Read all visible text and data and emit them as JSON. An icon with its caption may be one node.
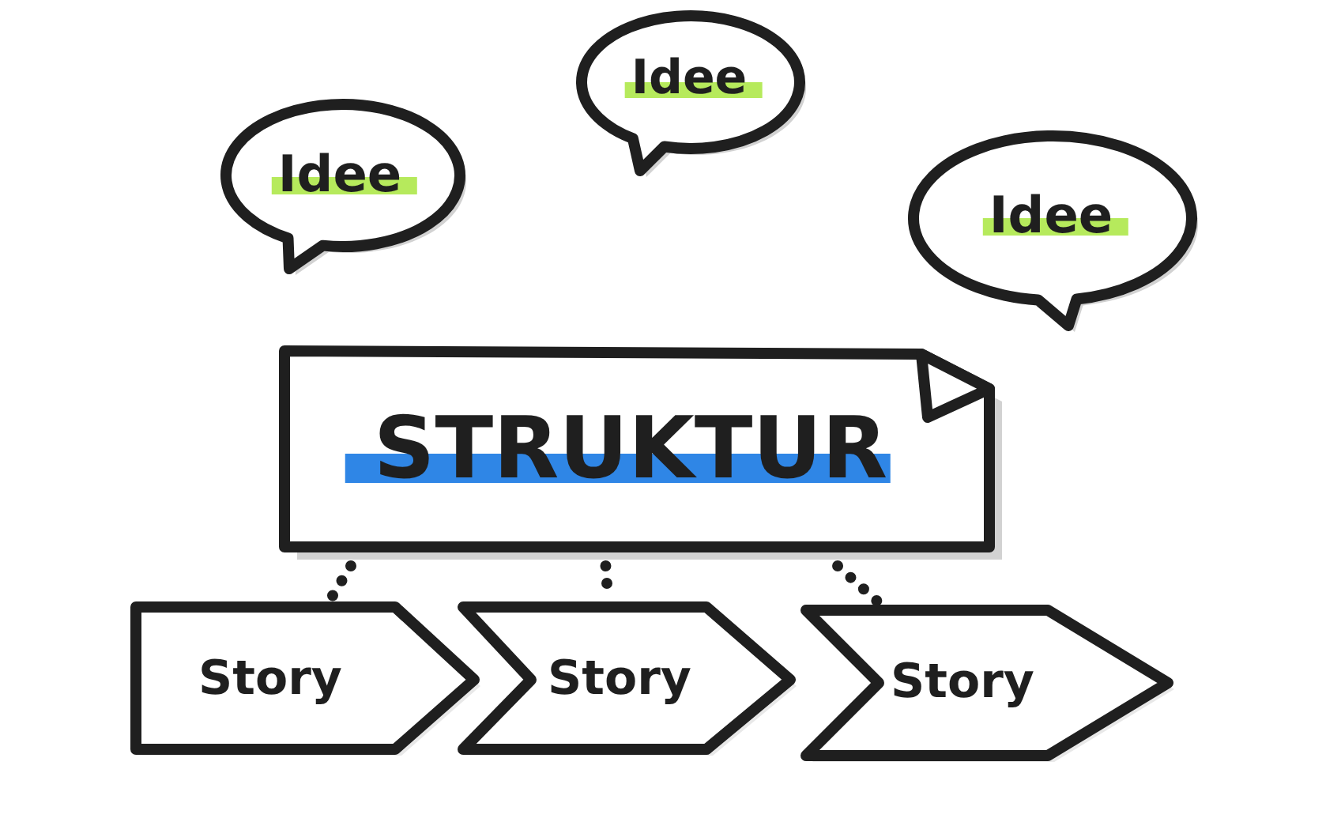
{
  "diagram": {
    "nodes": [
      {
        "text": [
          "Idee"
        ]
      },
      {
        "text": [
          "Idee"
        ]
      },
      {
        "text": [
          "Idee"
        ]
      },
      {
        "text": [
          "STRUKTUR"
        ]
      },
      {
        "text": [
          "Story"
        ]
      },
      {
        "text": [
          "Story"
        ]
      },
      {
        "text": [
          "Story"
        ]
      }
    ],
    "edges": [
      {
        "from": 3,
        "to": 4,
        "arrow": "none",
        "style": "dashed"
      },
      {
        "from": 3,
        "to": 5,
        "arrow": "none",
        "style": "dashed"
      },
      {
        "from": 3,
        "to": 6,
        "arrow": "none",
        "style": "dashed"
      }
    ]
  }
}
